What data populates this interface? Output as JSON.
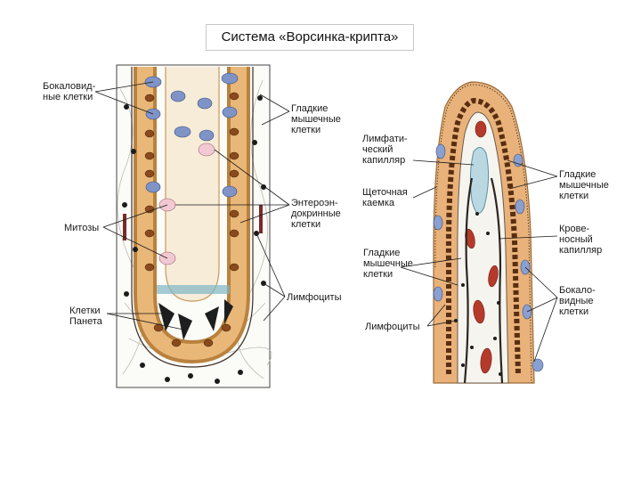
{
  "title": "Система «Ворсинка-крипта»",
  "labels": {
    "goblet_left": "Бокаловид-\nные клетки",
    "smooth_muscle_left": "Гладкие\nмышечные\nклетки",
    "enteroendocrine": "Энтероэн-\nдокринные\nклетки",
    "mitoses": "Митозы",
    "lymphocytes_left": "Лимфоциты",
    "paneth": "Клетки\nПанета",
    "lymphatic_capillary": "Лимфати-\nческий\nкапилляр",
    "brush_border": "Щеточная\nкаемка",
    "smooth_muscle_mid": "Гладкие\nмышечные\nклетки",
    "lymphocytes_mid": "Лимфоциты",
    "smooth_muscle_right": "Гладкие\nмышечные\nклетки",
    "blood_capillary": "Крове-\nносный\nкапилляр",
    "goblet_right": "Бокало-\nвидные\nклетки"
  },
  "icons": [
    "crypt-illustration",
    "villus-illustration"
  ]
}
